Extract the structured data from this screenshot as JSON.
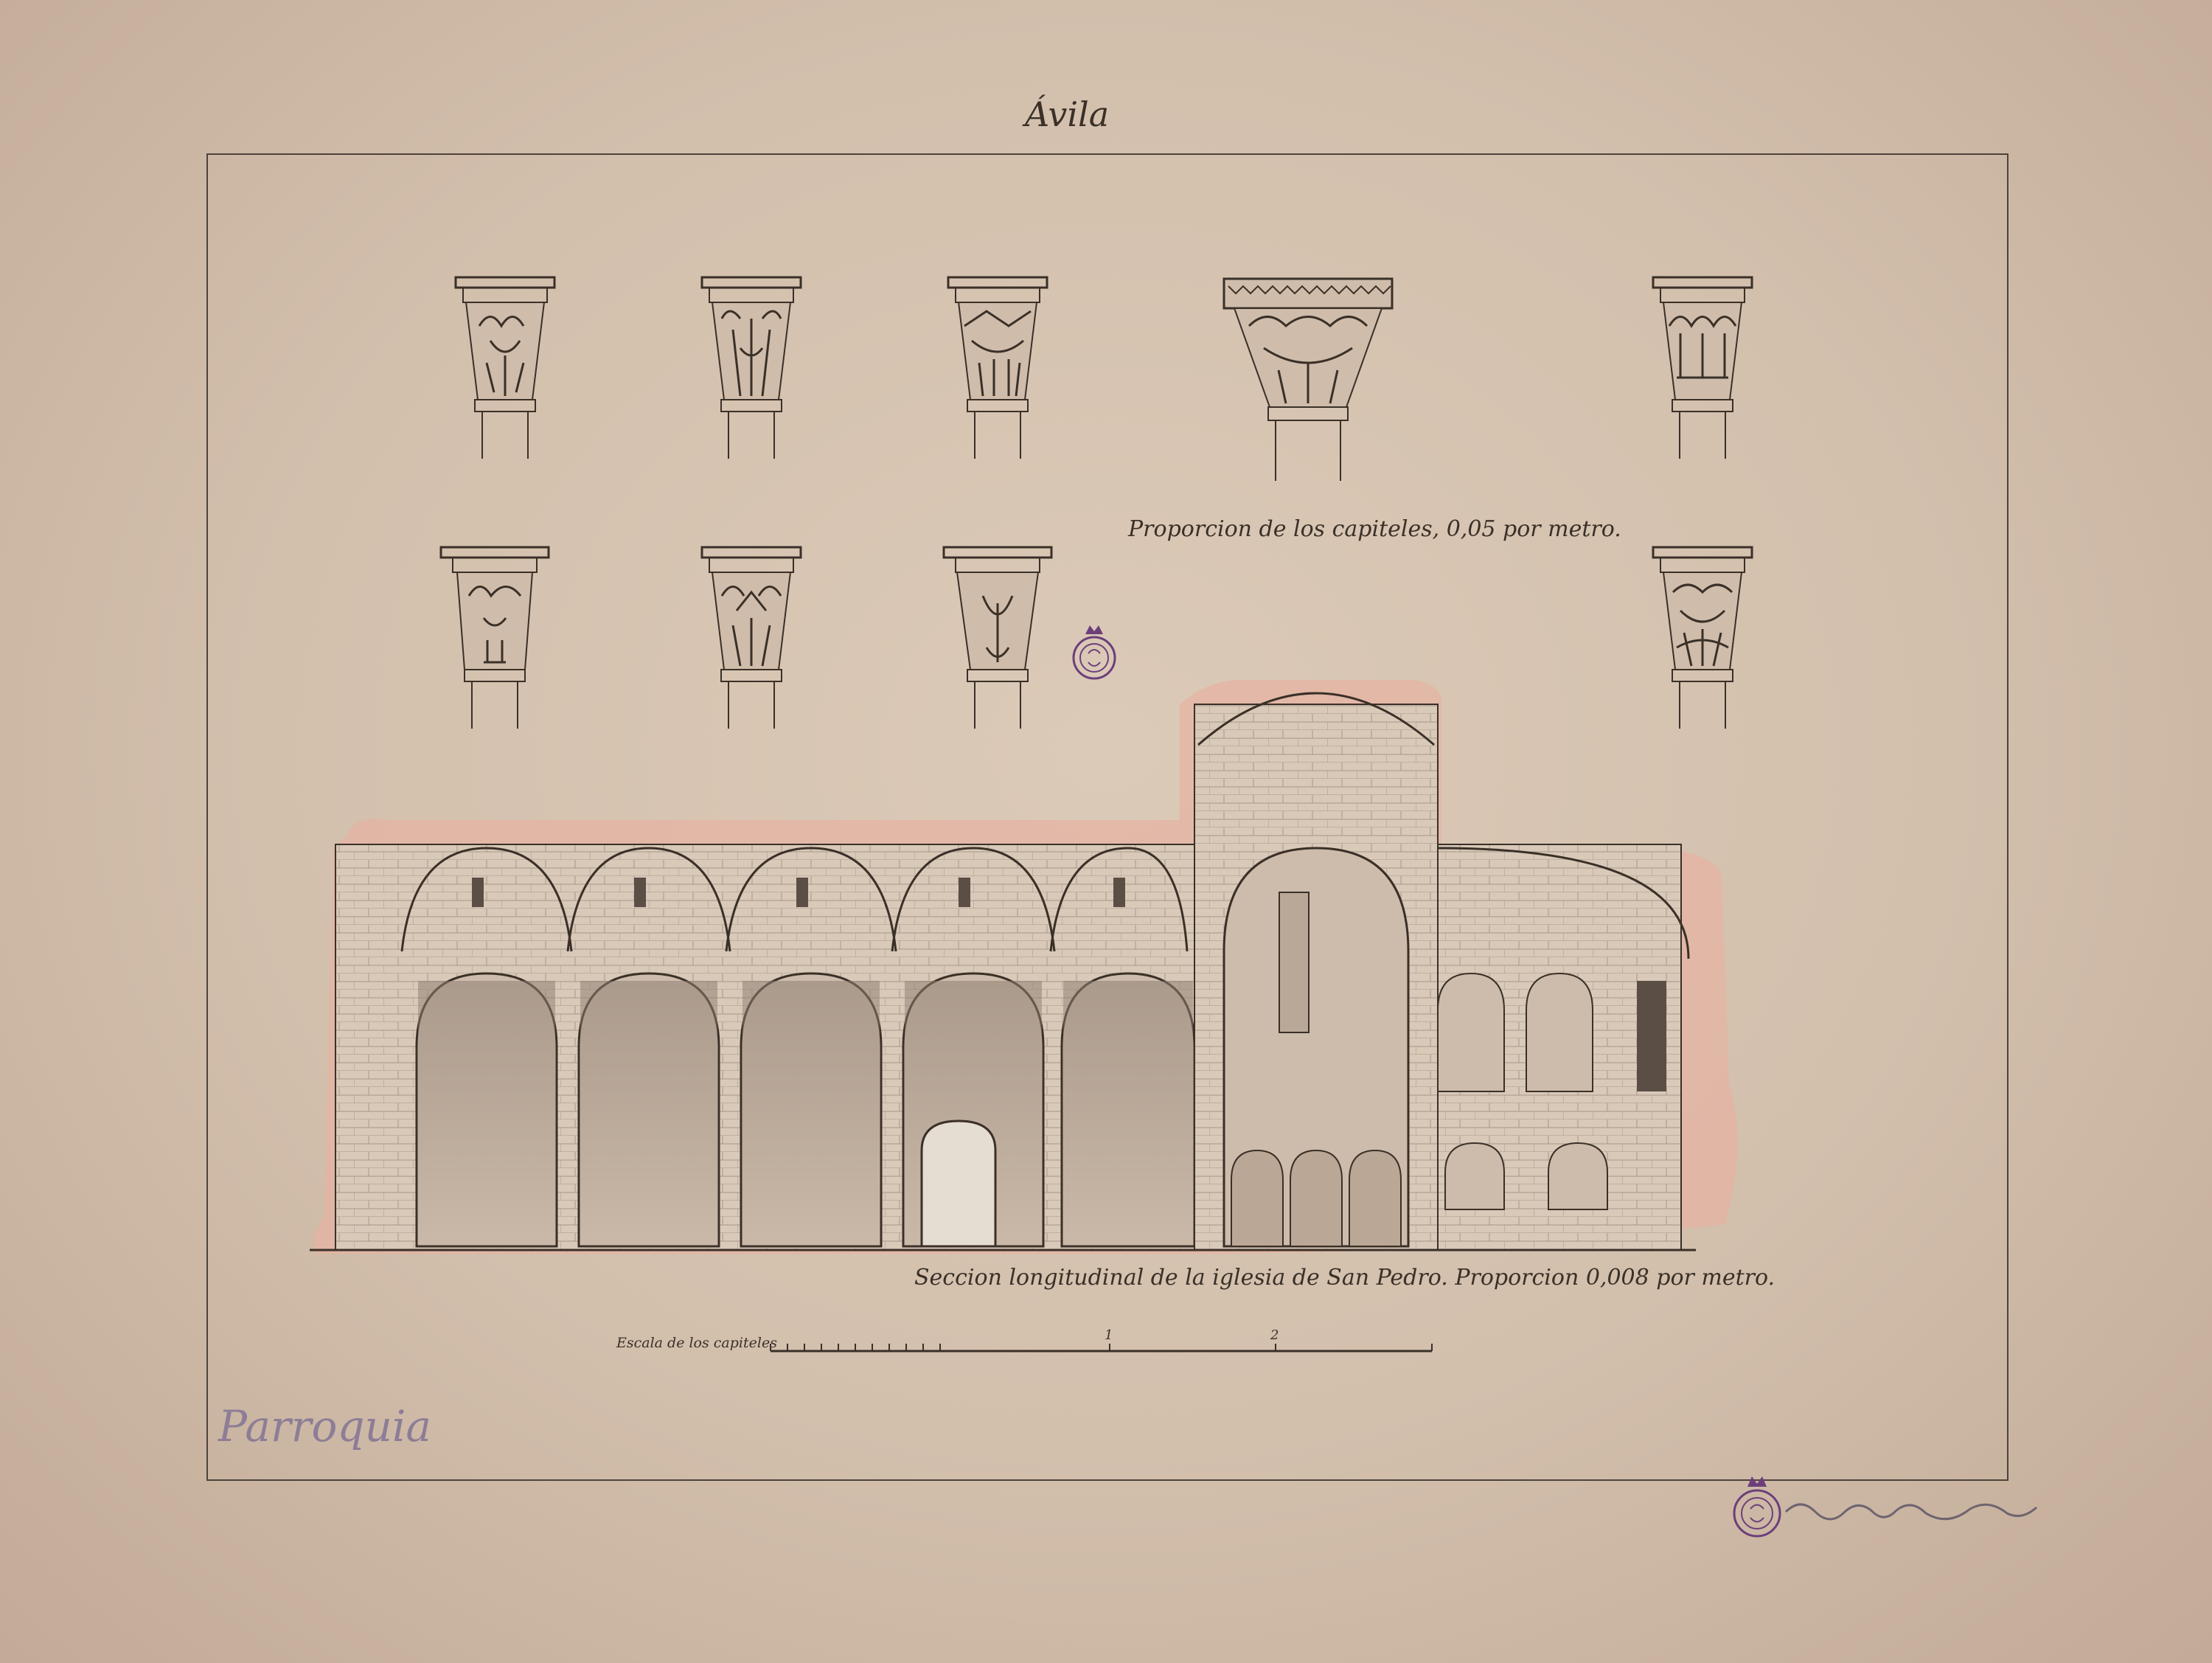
{
  "sheet": {
    "title": "Ávila",
    "capitals_note": "Proporcion de los capiteles, 0,05 por metro.",
    "section_note": "Seccion longitudinal de la iglesia de San Pedro.  Proporcion 0,008 por metro.",
    "scale_label": "Escala de los capiteles",
    "scale_ticks": [
      "1",
      "2"
    ],
    "annotation": "Parroquia"
  },
  "colors": {
    "paper": "#d8c5b2",
    "ink": "#3a3028",
    "wash": "#e9b7a6",
    "stamp": "#6c3f7a",
    "pencil": "#8d7d97"
  },
  "capitals": {
    "count_top_row": 5,
    "count_bottom_row": 4
  }
}
